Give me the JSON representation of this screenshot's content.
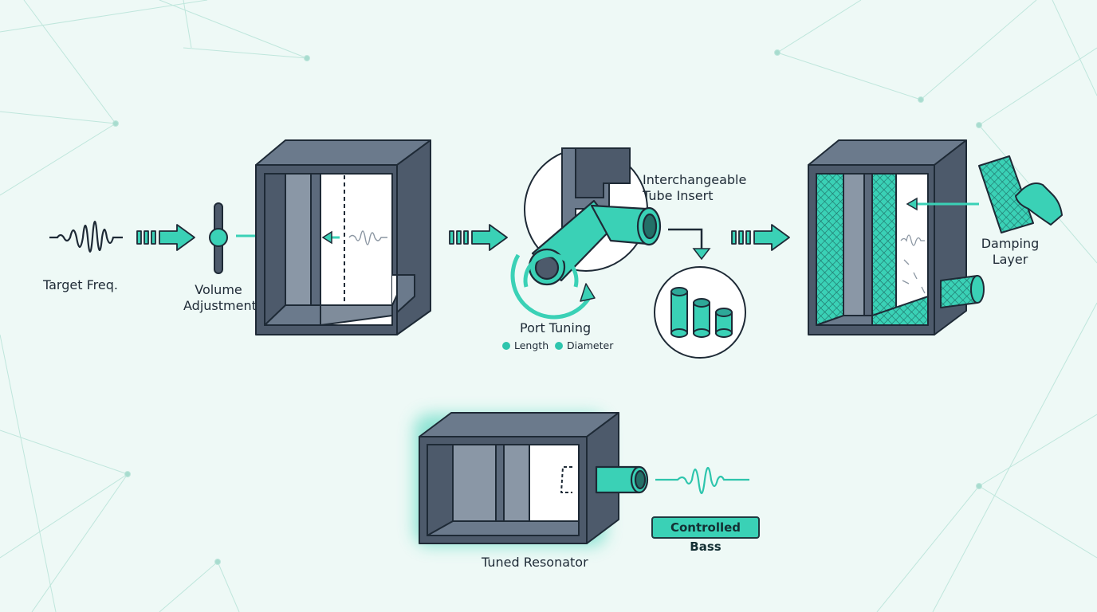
{
  "labels": {
    "target_freq": "Target Freq.",
    "volume_line1": "Volume",
    "volume_line2": "Adjustment",
    "tube_line1": "Interchangeable",
    "tube_line2": "Tube Insert",
    "port_tuning": "Port Tuning",
    "legend_length": "Length",
    "legend_diameter": "Diameter",
    "damping_line1": "Damping",
    "damping_line2": "Layer",
    "controlled_bass": "Controlled Bass",
    "tuned_resonator": "Tuned Resonator"
  },
  "colors": {
    "background": "#eef9f6",
    "accent": "#3ad1b6",
    "wood_dark": "#4d5a6b",
    "wood_mid": "#6b7a8c",
    "outline": "#1e2a36"
  },
  "icons": [
    "waveform-icon",
    "slider-icon",
    "arrow-icon",
    "tube-icon",
    "hand-icon",
    "foam-panel-icon"
  ]
}
